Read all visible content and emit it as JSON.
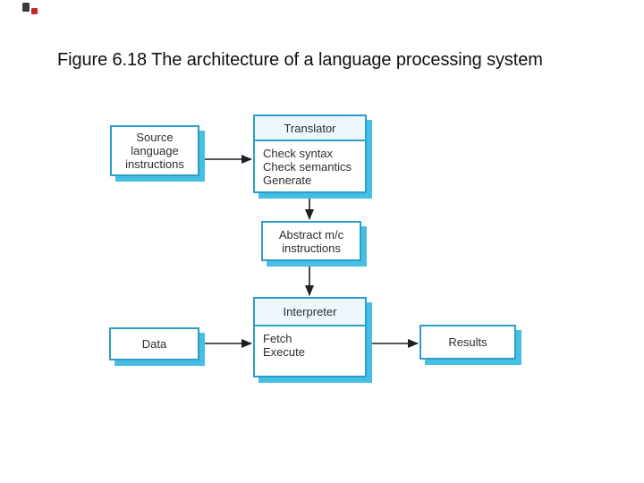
{
  "title": {
    "text": "Figure 6.18 The architecture of a language processing system"
  },
  "colors": {
    "box_border": "#2aa0c8",
    "box_shadow": "#47bee3",
    "box_fill": "#ffffff",
    "header_fill": "#eef7fb",
    "text": "#2d2d34",
    "arrow": "#1f1f1f",
    "title_text": "#111111",
    "mark_dark": "#3b3b3b",
    "mark_red": "#c9252b"
  },
  "diagram": {
    "boxes": {
      "source": {
        "lines": [
          "Source",
          "language",
          "instructions"
        ]
      },
      "translator": {
        "title": "Translator",
        "items": [
          "Check syntax",
          "Check semantics",
          "Generate"
        ]
      },
      "abstract": {
        "lines": [
          "Abstract m/c",
          "instructions"
        ]
      },
      "interpreter": {
        "title": "Interpreter",
        "items": [
          "Fetch",
          "Execute"
        ]
      },
      "data": {
        "label": "Data"
      },
      "results": {
        "label": "Results"
      }
    },
    "arrows": [
      {
        "name": "source-to-translator"
      },
      {
        "name": "translator-to-abstract"
      },
      {
        "name": "abstract-to-interpreter"
      },
      {
        "name": "data-to-interpreter"
      },
      {
        "name": "interpreter-to-results"
      }
    ]
  }
}
